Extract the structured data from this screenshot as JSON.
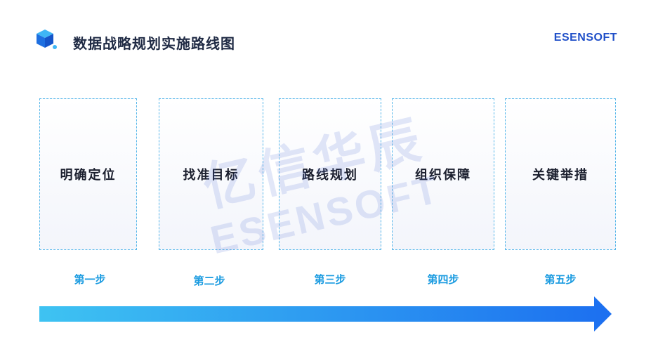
{
  "header": {
    "title": "数据战略规划实施路线图",
    "brand": "ESENSOFT"
  },
  "steps": [
    {
      "title": "明确定位",
      "label": "第一步"
    },
    {
      "title": "找准目标",
      "label": "第二步"
    },
    {
      "title": "路线规划",
      "label": "第三步"
    },
    {
      "title": "组织保障",
      "label": "第四步"
    },
    {
      "title": "关键举措",
      "label": "第五步"
    }
  ],
  "watermark": {
    "cn": "亿信华辰",
    "en": "ESENSOFT"
  },
  "colors": {
    "brand": "#1f4fc8",
    "accent": "#1a9be0",
    "border": "#56b7ea",
    "arrow_start": "#3ec3f2",
    "arrow_end": "#1c6ff0"
  },
  "icons": {
    "logo": "cube-logo-icon",
    "arrow": "right-arrow-icon"
  }
}
